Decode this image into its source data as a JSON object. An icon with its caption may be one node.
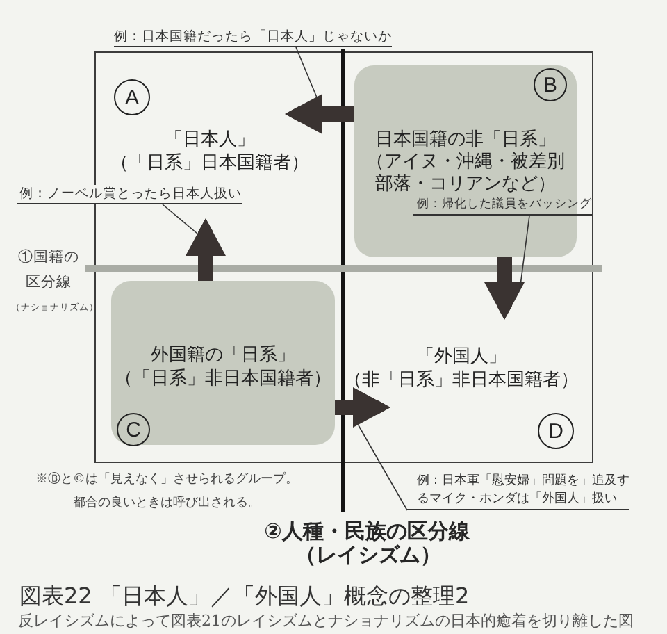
{
  "diagram": {
    "title": "図表22 「日本人」／「外国人」概念の整理2",
    "caption": "反レイシズムによって図表21のレイシズムとナショナリズムの日本的癒着を切り離した図",
    "nodes": [
      {
        "text": [
          "例：日本国籍だったら「日本人」じゃないか"
        ]
      },
      {
        "text": [
          "A"
        ]
      },
      {
        "text": [
          "日本国籍の非「日系」",
          "（アイヌ・沖縄・被差別部落・コリアンなど）"
        ]
      },
      {
        "text": [
          "B"
        ],
        "in": 2
      },
      {
        "text": [
          "「日本人」",
          "（「日系」日本国籍者）"
        ]
      },
      {
        "text": [
          "例：ノーベル賞とったら日本人扱い"
        ]
      },
      {
        "text": [
          "例：帰化した議員をバッシング"
        ]
      },
      {
        "text": [
          "外国籍の「日系」",
          "（「日系」非日本国籍者）"
        ]
      },
      {
        "text": [
          "C"
        ],
        "in": 7
      },
      {
        "text": [
          "「外国人」",
          "（非「日系」非日本国籍者）"
        ]
      },
      {
        "text": [
          "D"
        ]
      },
      {
        "text": [
          "例：日本軍「慰安婦」問題を」追及するマイク・ホンダは「外国人」扱い"
        ]
      }
    ],
    "edges": [
      {
        "from": 2,
        "to": 4,
        "arrow": "to",
        "style": "thick"
      },
      {
        "from": 7,
        "to": 4,
        "arrow": "to",
        "style": "thick"
      },
      {
        "from": 2,
        "to": 9,
        "arrow": "to",
        "style": "thick"
      },
      {
        "from": 7,
        "to": 9,
        "arrow": "to",
        "style": "thick"
      },
      {
        "from": 0,
        "to": null,
        "arrow": "none"
      },
      {
        "from": 5,
        "to": null,
        "arrow": "none"
      },
      {
        "from": 6,
        "to": null,
        "arrow": "none"
      },
      {
        "from": 11,
        "to": null,
        "arrow": "none"
      }
    ],
    "labels": [
      "①国籍の区分線",
      "（ナショナリズム）",
      "※Ⓑと©は「見えなく」させられるグループ。都合の良いときは呼び出される。",
      "②人種・民族の区分線",
      "（レイシズム）"
    ]
  }
}
